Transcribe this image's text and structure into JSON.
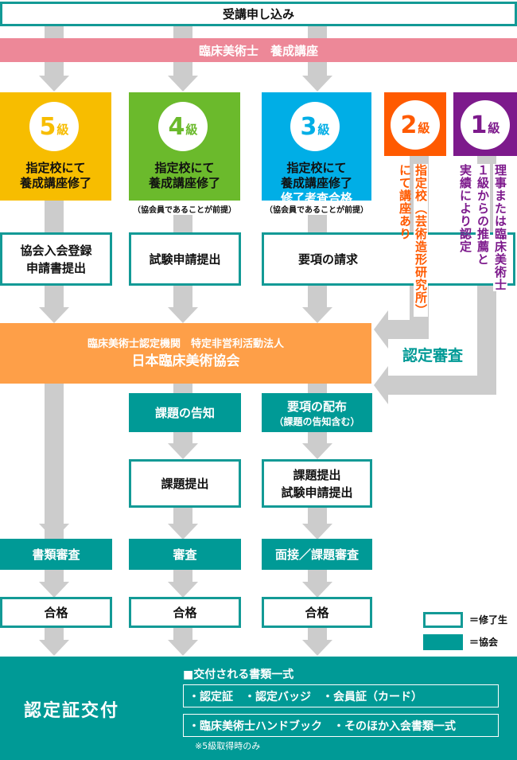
{
  "header": {
    "apply": "受講申し込み",
    "course": "臨床美術士　養成講座"
  },
  "grades": [
    {
      "num": "5",
      "kyu": "級",
      "desc_line1": "指定校にて",
      "desc_line2": "養成講座修了",
      "color": "#f7bd00"
    },
    {
      "num": "4",
      "kyu": "級",
      "desc_line1": "指定校にて",
      "desc_line2": "養成講座修了",
      "note": "（協会員であることが前提）",
      "color": "#6bba2c"
    },
    {
      "num": "3",
      "kyu": "級",
      "desc_line1": "指定校にて",
      "desc_line2": "養成講座修了",
      "desc_line3": "修了考査合格",
      "note": "（協会員であることが前提）",
      "color": "#00aee6"
    },
    {
      "num": "2",
      "kyu": "級",
      "vertical_col1": "指定校（芸術造形研究所）",
      "vertical_col2": "にて講座あり",
      "color": "#ff5a00"
    },
    {
      "num": "1",
      "kyu": "級",
      "vertical_col1": "理事または臨床美術士",
      "vertical_col2": "１級からの推薦と",
      "vertical_col3": "実績により認定",
      "color": "#7d1a8c"
    }
  ],
  "step_apply": {
    "g5_line1": "協会入会登録",
    "g5_line2": "申請書提出",
    "g4": "試験申請提出",
    "g3": "要項の請求"
  },
  "association": {
    "line1": "臨床美術士認定機関　特定非営利活動法人",
    "line2": "日本臨床美術協会",
    "review": "認定審査",
    "color": "#fe9f48"
  },
  "step_notice": {
    "g4": "課題の告知",
    "g3_line1": "要項の配布",
    "g3_line2": "（課題の告知含む）"
  },
  "step_submit": {
    "g4": "課題提出",
    "g3_line1": "課題提出",
    "g3_line2": "試験申請提出"
  },
  "step_review": {
    "g5": "書類審査",
    "g4": "審査",
    "g3": "面接／課題審査"
  },
  "step_pass": {
    "g5": "合格",
    "g4": "合格",
    "g3": "合格"
  },
  "legend": {
    "graduate": "＝修了生",
    "association": "＝協会"
  },
  "certificate": {
    "title": "認定証交付",
    "docs_heading": "■交付される書類一式",
    "docs_row1": "・認定証　・認定バッジ　・会員証（カード）",
    "docs_row2": "・臨床美術士ハンドブック　・そのほか入会書類一式",
    "footnote": "※5級取得時のみ"
  },
  "colors": {
    "teal": "#009a96",
    "pink": "#ed8898",
    "arrow_gray": "#cccccc"
  }
}
